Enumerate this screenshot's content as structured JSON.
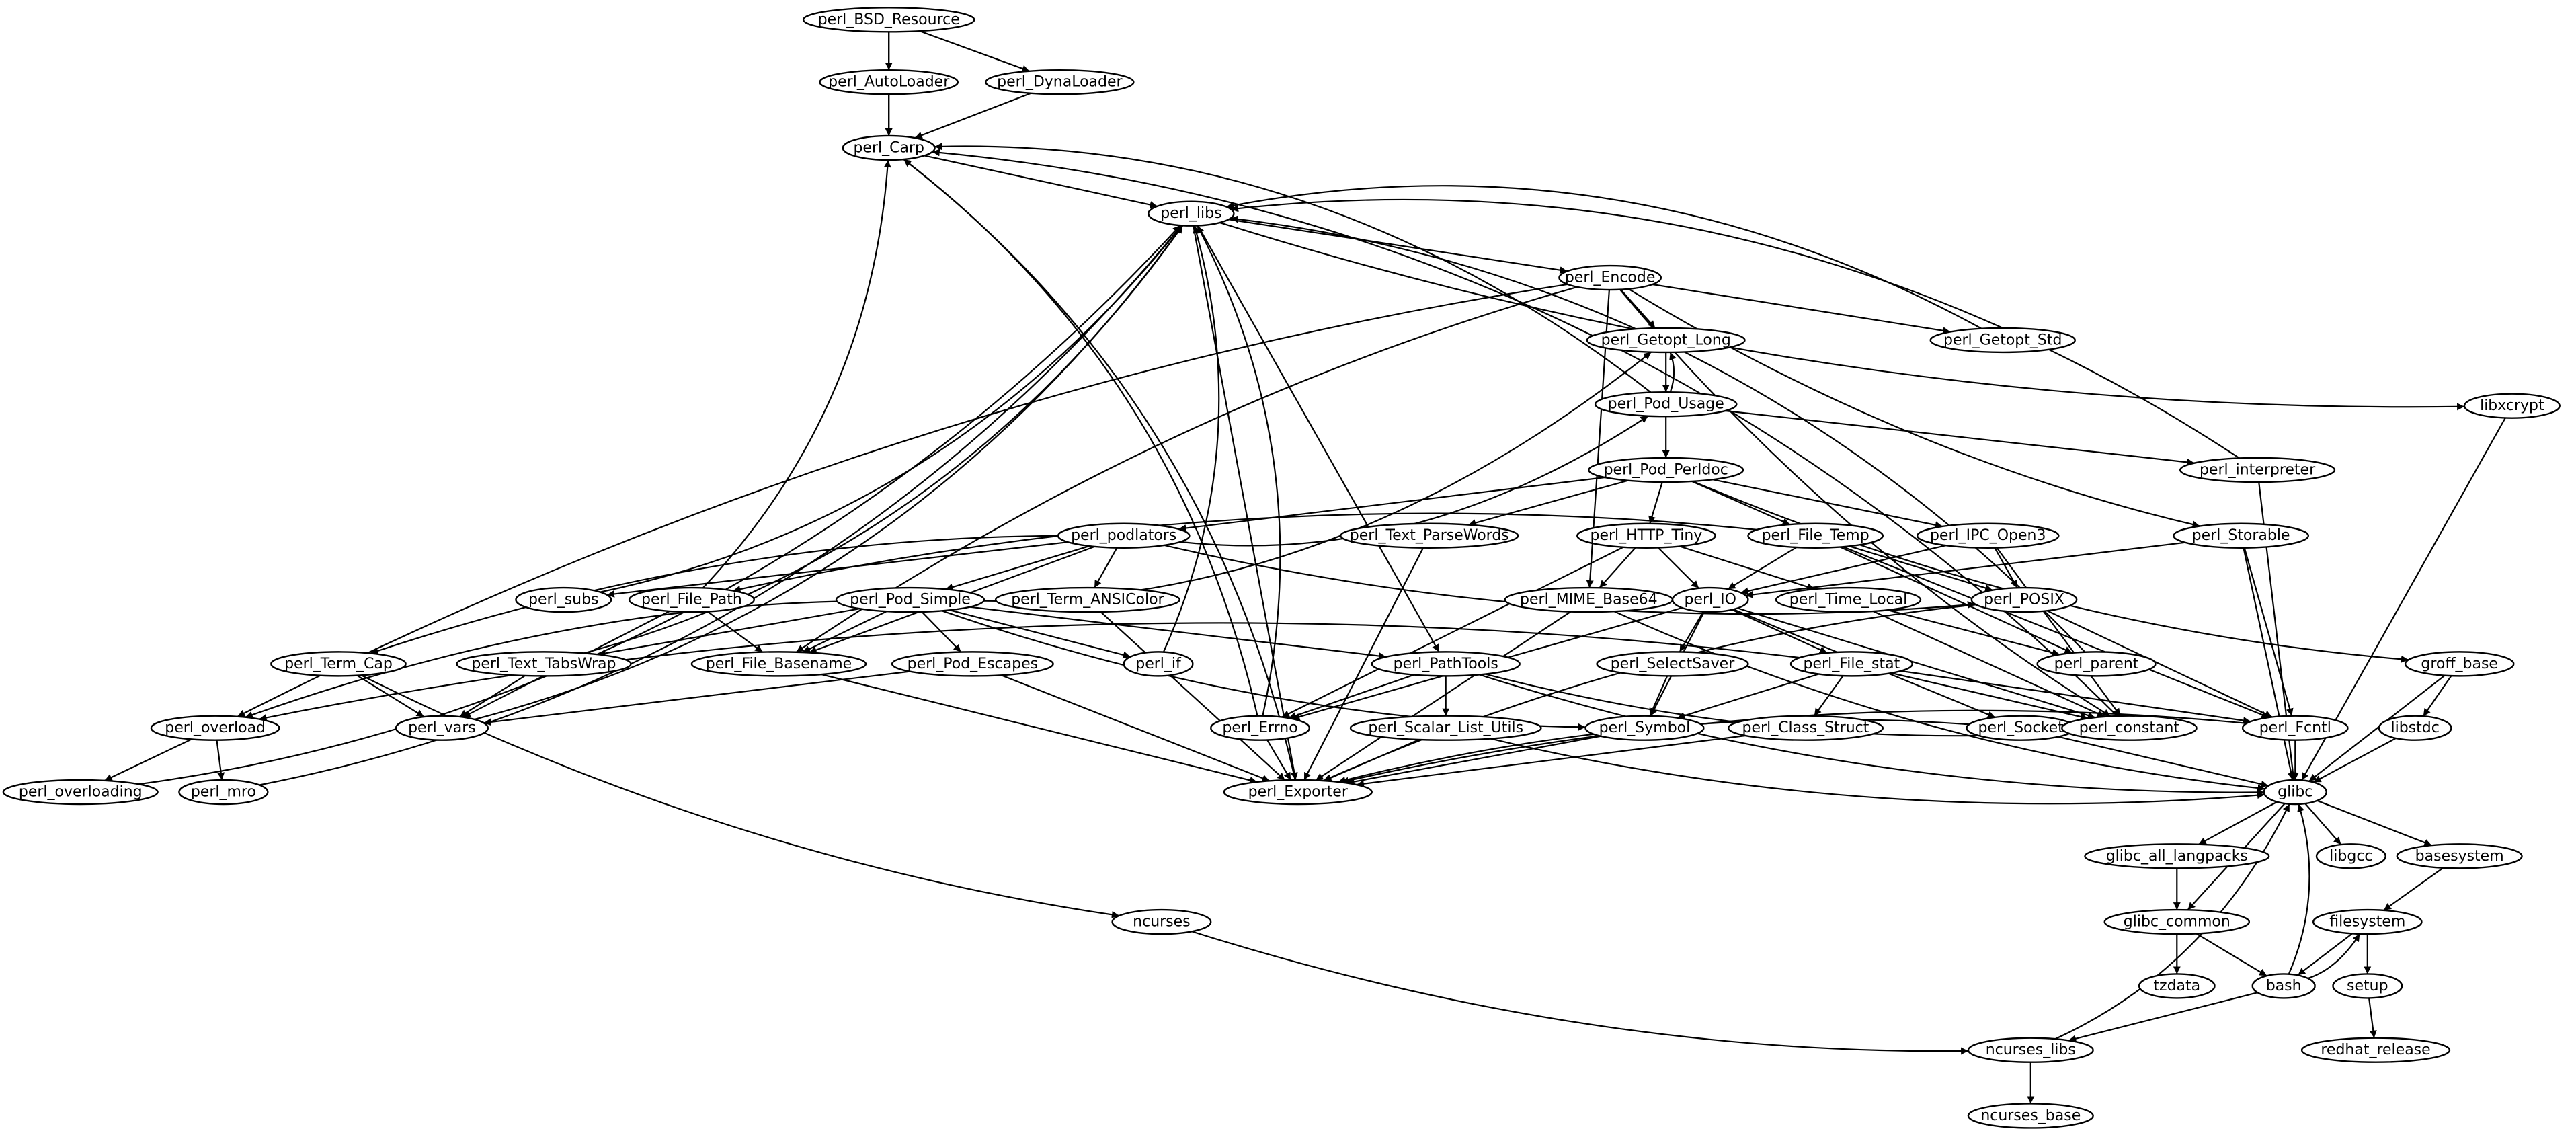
{
  "graph": {
    "type": "directed-dependency-graph",
    "nodes": [
      {
        "id": "perl_BSD_Resource",
        "label": "perl_BSD_Resource"
      },
      {
        "id": "perl_AutoLoader",
        "label": "perl_AutoLoader"
      },
      {
        "id": "perl_DynaLoader",
        "label": "perl_DynaLoader"
      },
      {
        "id": "perl_Carp",
        "label": "perl_Carp"
      },
      {
        "id": "perl_libs",
        "label": "perl_libs"
      },
      {
        "id": "perl_Encode",
        "label": "perl_Encode"
      },
      {
        "id": "perl_Getopt_Long",
        "label": "perl_Getopt_Long"
      },
      {
        "id": "perl_Getopt_Std",
        "label": "perl_Getopt_Std"
      },
      {
        "id": "perl_Pod_Usage",
        "label": "perl_Pod_Usage"
      },
      {
        "id": "libxcrypt",
        "label": "libxcrypt"
      },
      {
        "id": "perl_Pod_Perldoc",
        "label": "perl_Pod_Perldoc"
      },
      {
        "id": "perl_interpreter",
        "label": "perl_interpreter"
      },
      {
        "id": "perl_podlators",
        "label": "perl_podlators"
      },
      {
        "id": "perl_Text_ParseWords",
        "label": "perl_Text_ParseWords"
      },
      {
        "id": "perl_HTTP_Tiny",
        "label": "perl_HTTP_Tiny"
      },
      {
        "id": "perl_File_Temp",
        "label": "perl_File_Temp"
      },
      {
        "id": "perl_IPC_Open3",
        "label": "perl_IPC_Open3"
      },
      {
        "id": "perl_Storable",
        "label": "perl_Storable"
      },
      {
        "id": "perl_subs",
        "label": "perl_subs"
      },
      {
        "id": "perl_File_Path",
        "label": "perl_File_Path"
      },
      {
        "id": "perl_Pod_Simple",
        "label": "perl_Pod_Simple"
      },
      {
        "id": "perl_Term_ANSIColor",
        "label": "perl_Term_ANSIColor"
      },
      {
        "id": "perl_MIME_Base64",
        "label": "perl_MIME_Base64"
      },
      {
        "id": "perl_IO",
        "label": "perl_IO"
      },
      {
        "id": "perl_Time_Local",
        "label": "perl_Time_Local"
      },
      {
        "id": "perl_POSIX",
        "label": "perl_POSIX"
      },
      {
        "id": "perl_Term_Cap",
        "label": "perl_Term_Cap"
      },
      {
        "id": "perl_Text_TabsWrap",
        "label": "perl_Text_TabsWrap"
      },
      {
        "id": "perl_File_Basename",
        "label": "perl_File_Basename"
      },
      {
        "id": "perl_Pod_Escapes",
        "label": "perl_Pod_Escapes"
      },
      {
        "id": "perl_if",
        "label": "perl_if"
      },
      {
        "id": "perl_PathTools",
        "label": "perl_PathTools"
      },
      {
        "id": "perl_SelectSaver",
        "label": "perl_SelectSaver"
      },
      {
        "id": "perl_File_stat",
        "label": "perl_File_stat"
      },
      {
        "id": "perl_parent",
        "label": "perl_parent"
      },
      {
        "id": "groff_base",
        "label": "groff_base"
      },
      {
        "id": "perl_overload",
        "label": "perl_overload"
      },
      {
        "id": "perl_vars",
        "label": "perl_vars"
      },
      {
        "id": "perl_Errno",
        "label": "perl_Errno"
      },
      {
        "id": "perl_Scalar_List_Utils",
        "label": "perl_Scalar_List_Utils"
      },
      {
        "id": "perl_Symbol",
        "label": "perl_Symbol"
      },
      {
        "id": "perl_Class_Struct",
        "label": "perl_Class_Struct"
      },
      {
        "id": "perl_Socket",
        "label": "perl_Socket"
      },
      {
        "id": "perl_constant",
        "label": "perl_constant"
      },
      {
        "id": "perl_Fcntl",
        "label": "perl_Fcntl"
      },
      {
        "id": "libstdc",
        "label": "libstdc"
      },
      {
        "id": "perl_overloading",
        "label": "perl_overloading"
      },
      {
        "id": "perl_mro",
        "label": "perl_mro"
      },
      {
        "id": "perl_Exporter",
        "label": "perl_Exporter"
      },
      {
        "id": "glibc",
        "label": "glibc"
      },
      {
        "id": "glibc_all_langpacks",
        "label": "glibc_all_langpacks"
      },
      {
        "id": "libgcc",
        "label": "libgcc"
      },
      {
        "id": "basesystem",
        "label": "basesystem"
      },
      {
        "id": "ncurses",
        "label": "ncurses"
      },
      {
        "id": "glibc_common",
        "label": "glibc_common"
      },
      {
        "id": "filesystem",
        "label": "filesystem"
      },
      {
        "id": "tzdata",
        "label": "tzdata"
      },
      {
        "id": "bash",
        "label": "bash"
      },
      {
        "id": "setup",
        "label": "setup"
      },
      {
        "id": "ncurses_libs",
        "label": "ncurses_libs"
      },
      {
        "id": "redhat_release",
        "label": "redhat_release"
      },
      {
        "id": "ncurses_base",
        "label": "ncurses_base"
      }
    ],
    "edges": [
      [
        "perl_BSD_Resource",
        "perl_AutoLoader"
      ],
      [
        "perl_BSD_Resource",
        "perl_DynaLoader"
      ],
      [
        "perl_BSD_Resource",
        "perl_Carp"
      ],
      [
        "perl_AutoLoader",
        "perl_Carp"
      ],
      [
        "perl_DynaLoader",
        "perl_Carp"
      ],
      [
        "perl_Carp",
        "perl_libs"
      ],
      [
        "perl_libs",
        "perl_Encode"
      ],
      [
        "perl_libs",
        "libxcrypt"
      ],
      [
        "perl_libs",
        "perl_PathTools"
      ],
      [
        "perl_libs",
        "perl_Exporter"
      ],
      [
        "perl_Encode",
        "perl_Getopt_Long"
      ],
      [
        "perl_Encode",
        "perl_Getopt_Std"
      ],
      [
        "perl_Encode",
        "perl_MIME_Base64"
      ],
      [
        "perl_Encode",
        "perl_File_Basename"
      ],
      [
        "perl_Encode",
        "perl_overload"
      ],
      [
        "perl_Encode",
        "perl_Storable"
      ],
      [
        "perl_Encode",
        "perl_constant"
      ],
      [
        "perl_Getopt_Std",
        "perl_libs"
      ],
      [
        "perl_Getopt_Long",
        "perl_Pod_Usage"
      ],
      [
        "perl_Pod_Usage",
        "perl_Getopt_Long"
      ],
      [
        "perl_Pod_Usage",
        "perl_Pod_Perldoc"
      ],
      [
        "perl_Pod_Usage",
        "perl_interpreter"
      ],
      [
        "perl_Pod_Usage",
        "perl_Carp"
      ],
      [
        "perl_interpreter",
        "perl_libs"
      ],
      [
        "perl_interpreter",
        "glibc"
      ],
      [
        "perl_Pod_Perldoc",
        "perl_podlators"
      ],
      [
        "perl_Pod_Perldoc",
        "perl_Text_ParseWords"
      ],
      [
        "perl_Pod_Perldoc",
        "perl_HTTP_Tiny"
      ],
      [
        "perl_Pod_Perldoc",
        "perl_File_Temp"
      ],
      [
        "perl_Pod_Perldoc",
        "perl_IPC_Open3"
      ],
      [
        "perl_Pod_Perldoc",
        "groff_base"
      ],
      [
        "perl_podlators",
        "perl_Pod_Usage"
      ],
      [
        "perl_podlators",
        "perl_subs"
      ],
      [
        "perl_podlators",
        "perl_Term_Cap"
      ],
      [
        "perl_podlators",
        "perl_File_Basename"
      ],
      [
        "perl_podlators",
        "perl_Pod_Simple"
      ],
      [
        "perl_podlators",
        "perl_Term_ANSIColor"
      ],
      [
        "perl_podlators",
        "perl_POSIX"
      ],
      [
        "perl_Pod_Simple",
        "perl_Getopt_Long"
      ],
      [
        "perl_Pod_Simple",
        "perl_Text_TabsWrap"
      ],
      [
        "perl_Pod_Simple",
        "perl_File_Basename"
      ],
      [
        "perl_Pod_Simple",
        "perl_Pod_Escapes"
      ],
      [
        "perl_Pod_Simple",
        "perl_if"
      ],
      [
        "perl_Pod_Simple",
        "perl_PathTools"
      ],
      [
        "perl_Pod_Simple",
        "perl_Symbol"
      ],
      [
        "perl_Pod_Simple",
        "perl_overload"
      ],
      [
        "perl_HTTP_Tiny",
        "perl_MIME_Base64"
      ],
      [
        "perl_HTTP_Tiny",
        "perl_IO"
      ],
      [
        "perl_HTTP_Tiny",
        "perl_Time_Local"
      ],
      [
        "perl_HTTP_Tiny",
        "perl_Errno"
      ],
      [
        "perl_File_Temp",
        "perl_File_Path"
      ],
      [
        "perl_File_Temp",
        "perl_IO"
      ],
      [
        "perl_File_Temp",
        "perl_POSIX"
      ],
      [
        "perl_File_Temp",
        "perl_parent"
      ],
      [
        "perl_File_Temp",
        "perl_Fcntl"
      ],
      [
        "perl_IPC_Open3",
        "perl_IO"
      ],
      [
        "perl_IPC_Open3",
        "perl_POSIX"
      ],
      [
        "perl_IPC_Open3",
        "perl_constant"
      ],
      [
        "perl_Storable",
        "perl_IO"
      ],
      [
        "perl_Storable",
        "perl_Fcntl"
      ],
      [
        "perl_Storable",
        "glibc"
      ],
      [
        "perl_IO",
        "perl_SelectSaver"
      ],
      [
        "perl_IO",
        "perl_File_stat"
      ],
      [
        "perl_IO",
        "perl_Symbol"
      ],
      [
        "perl_IO",
        "perl_Socket"
      ],
      [
        "perl_IO",
        "perl_Errno"
      ],
      [
        "perl_IO",
        "perl_constant"
      ],
      [
        "perl_File_stat",
        "perl_Symbol"
      ],
      [
        "perl_File_stat",
        "perl_Class_Struct"
      ],
      [
        "perl_File_stat",
        "perl_constant"
      ],
      [
        "perl_File_stat",
        "perl_Fcntl"
      ],
      [
        "perl_File_stat",
        "perl_overload"
      ],
      [
        "perl_SelectSaver",
        "perl_Symbol"
      ],
      [
        "perl_Time_Local",
        "perl_parent"
      ],
      [
        "perl_Time_Local",
        "perl_constant"
      ],
      [
        "perl_POSIX",
        "perl_Fcntl"
      ],
      [
        "perl_POSIX",
        "perl_Exporter"
      ],
      [
        "perl_MIME_Base64",
        "perl_Exporter"
      ],
      [
        "perl_MIME_Base64",
        "glibc"
      ],
      [
        "perl_parent",
        "perl_libs"
      ],
      [
        "perl_constant",
        "perl_Carp"
      ],
      [
        "perl_PathTools",
        "perl_Errno"
      ],
      [
        "perl_PathTools",
        "perl_Scalar_List_Utils"
      ],
      [
        "perl_PathTools",
        "perl_constant"
      ],
      [
        "perl_PathTools",
        "glibc"
      ],
      [
        "perl_Errno",
        "perl_Exporter"
      ],
      [
        "perl_Errno",
        "perl_Carp"
      ],
      [
        "perl_Errno",
        "perl_libs"
      ],
      [
        "perl_Scalar_List_Utils",
        "perl_Exporter"
      ],
      [
        "perl_Scalar_List_Utils",
        "glibc"
      ],
      [
        "perl_Symbol",
        "perl_Exporter"
      ],
      [
        "perl_Class_Struct",
        "perl_Exporter"
      ],
      [
        "perl_Socket",
        "perl_Exporter"
      ],
      [
        "perl_Socket",
        "glibc"
      ],
      [
        "perl_Fcntl",
        "perl_Exporter"
      ],
      [
        "perl_Fcntl",
        "glibc"
      ],
      [
        "perl_if",
        "perl_libs"
      ],
      [
        "perl_Term_ANSIColor",
        "perl_Exporter"
      ],
      [
        "perl_Text_ParseWords",
        "perl_Exporter"
      ],
      [
        "perl_File_Basename",
        "perl_Exporter"
      ],
      [
        "perl_Pod_Escapes",
        "perl_Exporter"
      ],
      [
        "perl_Pod_Escapes",
        "perl_vars"
      ],
      [
        "perl_Term_Cap",
        "perl_vars"
      ],
      [
        "perl_Term_Cap",
        "ncurses"
      ],
      [
        "perl_Text_TabsWrap",
        "perl_vars"
      ],
      [
        "perl_Text_TabsWrap",
        "perl_libs"
      ],
      [
        "perl_File_Path",
        "perl_File_Basename"
      ],
      [
        "perl_File_Path",
        "perl_Carp"
      ],
      [
        "perl_File_Path",
        "perl_vars"
      ],
      [
        "perl_subs",
        "perl_libs"
      ],
      [
        "perl_vars",
        "perl_libs"
      ],
      [
        "perl_overload",
        "perl_overloading"
      ],
      [
        "perl_overload",
        "perl_mro"
      ],
      [
        "perl_overloading",
        "perl_libs"
      ],
      [
        "perl_mro",
        "perl_libs"
      ],
      [
        "perl_Exporter",
        "perl_Carp"
      ],
      [
        "libxcrypt",
        "glibc"
      ],
      [
        "groff_base",
        "libstdc"
      ],
      [
        "groff_base",
        "glibc"
      ],
      [
        "libstdc",
        "glibc"
      ],
      [
        "glibc",
        "glibc_all_langpacks"
      ],
      [
        "glibc",
        "libgcc"
      ],
      [
        "glibc",
        "basesystem"
      ],
      [
        "glibc",
        "glibc_common"
      ],
      [
        "glibc_all_langpacks",
        "glibc_common"
      ],
      [
        "glibc_common",
        "tzdata"
      ],
      [
        "glibc_common",
        "bash"
      ],
      [
        "bash",
        "glibc"
      ],
      [
        "bash",
        "filesystem"
      ],
      [
        "bash",
        "ncurses_libs"
      ],
      [
        "filesystem",
        "bash"
      ],
      [
        "filesystem",
        "setup"
      ],
      [
        "basesystem",
        "filesystem"
      ],
      [
        "setup",
        "redhat_release"
      ],
      [
        "ncurses",
        "ncurses_libs"
      ],
      [
        "ncurses_libs",
        "ncurses_base"
      ],
      [
        "ncurses_libs",
        "glibc"
      ]
    ]
  }
}
